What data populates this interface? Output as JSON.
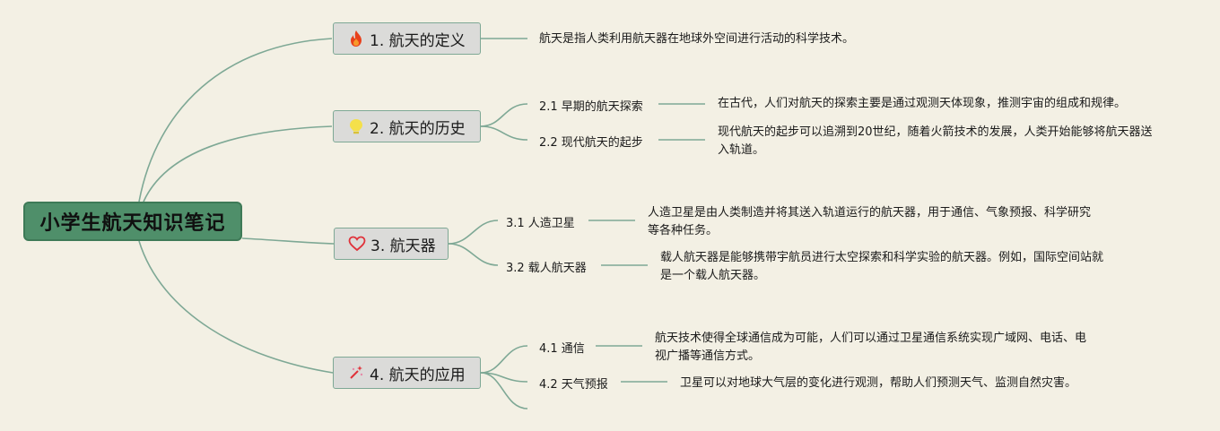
{
  "root": {
    "label": "小学生航天知识笔记"
  },
  "topics": [
    {
      "label": "1. 航天的定义",
      "icon": "flame-icon",
      "desc": "航天是指人类利用航天器在地球外空间进行活动的科学技术。"
    },
    {
      "label": "2. 航天的历史",
      "icon": "lightbulb-icon",
      "subs": [
        {
          "label": "2.1 早期的航天探索",
          "desc": "在古代，人们对航天的探索主要是通过观测天体现象，推测宇宙的组成和规律。"
        },
        {
          "label": "2.2 现代航天的起步",
          "desc": "现代航天的起步可以追溯到20世纪，随着火箭技术的发展，人类开始能够将航天器送入轨道。"
        }
      ]
    },
    {
      "label": "3. 航天器",
      "icon": "heart-icon",
      "subs": [
        {
          "label": "3.1 人造卫星",
          "desc": "人造卫星是由人类制造并将其送入轨道运行的航天器，用于通信、气象预报、科学研究等各种任务。"
        },
        {
          "label": "3.2 载人航天器",
          "desc": "载人航天器是能够携带宇航员进行太空探索和科学实验的航天器。例如，国际空间站就是一个载人航天器。"
        }
      ]
    },
    {
      "label": "4. 航天的应用",
      "icon": "magic-wand-icon",
      "subs": [
        {
          "label": "4.1 通信",
          "desc": "航天技术使得全球通信成为可能，人们可以通过卫星通信系统实现广域网、电话、电视广播等通信方式。"
        },
        {
          "label": "4.2 天气预报",
          "desc": "卫星可以对地球大气层的变化进行观测，帮助人们预测天气、监测自然灾害。"
        }
      ]
    }
  ],
  "colors": {
    "background": "#f3f0e4",
    "root_fill": "#4f8f6a",
    "line": "#7ea895",
    "topic_fill": "#dbdbd9"
  }
}
